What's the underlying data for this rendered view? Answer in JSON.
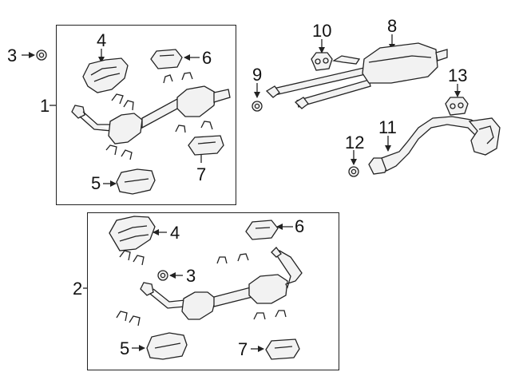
{
  "colors": {
    "line": "#222222",
    "part_fill": "#f2f2f2",
    "part_shade": "#9a9a9a",
    "background": "#ffffff"
  },
  "callouts": {
    "c1": "1",
    "c2": "2",
    "c3_top": "3",
    "c3_bottom": "3",
    "c4_top": "4",
    "c4_bottom": "4",
    "c5_top": "5",
    "c5_bottom": "5",
    "c6_top": "6",
    "c6_bottom": "6",
    "c7_top": "7",
    "c7_bottom": "7",
    "c8": "8",
    "c9": "9",
    "c10": "10",
    "c11": "11",
    "c12": "12",
    "c13": "13"
  },
  "icons": [
    "nut-icon",
    "heat-shield-icon",
    "catalytic-converter-icon",
    "exhaust-clamp-icon",
    "muffler-icon",
    "rubber-hanger-icon",
    "tail-pipe-icon"
  ]
}
